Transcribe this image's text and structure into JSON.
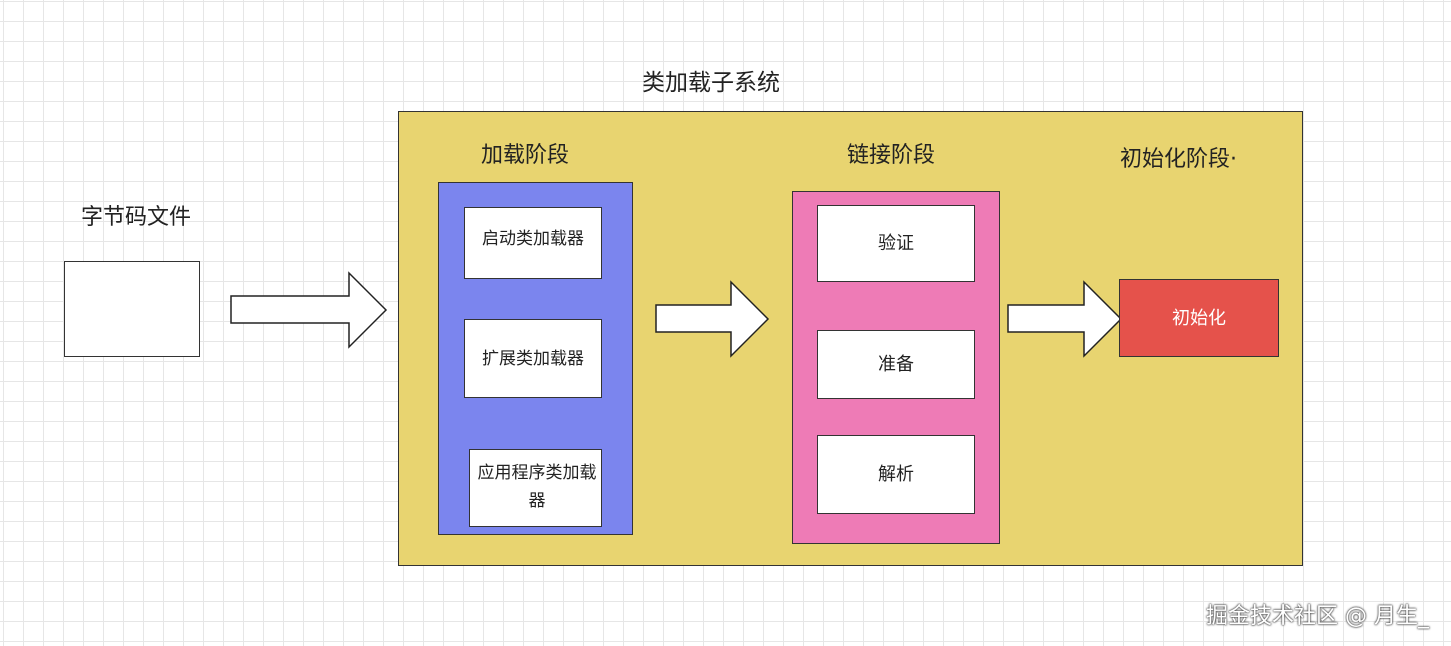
{
  "source": {
    "label": "字节码文件"
  },
  "subsystem": {
    "title": "类加载子系统",
    "color": "#E8D470"
  },
  "loading": {
    "title": "加载阶段",
    "color": "#7B85EE",
    "items": [
      "启动类加载器",
      "扩展类加载器",
      "应用程序类加载器"
    ]
  },
  "linking": {
    "title": "链接阶段",
    "color": "#EE7BB6",
    "items": [
      "验证",
      "准备",
      "解析"
    ]
  },
  "init": {
    "title": "初始化阶段·",
    "box_label": "初始化",
    "color": "#E5524B"
  },
  "arrows": [
    "arrow-right-icon",
    "arrow-right-icon",
    "arrow-right-icon"
  ],
  "watermark": "掘金技术社区 @ 月生_"
}
